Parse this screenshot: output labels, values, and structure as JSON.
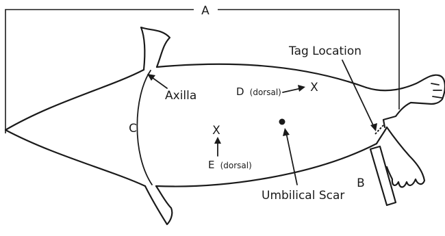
{
  "labels": {
    "a": "A",
    "b": "B",
    "c": "C",
    "axilla": "Axilla",
    "d_letter": "D",
    "d_qualifier": "(dorsal)",
    "e_letter": "E",
    "e_qualifier": "(dorsal)",
    "tag_location": "Tag Location",
    "umbilical_scar": "Umbilical Scar"
  },
  "markers": {
    "d_symbol": "X",
    "e_symbol": "X"
  }
}
